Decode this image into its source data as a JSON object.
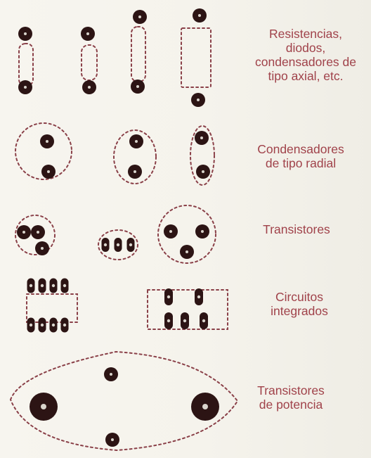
{
  "colors": {
    "background": "#f6f4ee",
    "pad": "#2c1414",
    "hole": "#d9d4cc",
    "outline": "#8a4048",
    "label_text": "#a0424a"
  },
  "labels": {
    "axial": [
      "Resistencias,",
      "diodos,",
      "condensadores de",
      "tipo axial, etc."
    ],
    "radial": [
      "Condensadores",
      "de tipo radial"
    ],
    "transistors": [
      "Transistores"
    ],
    "ics": [
      "Circuitos",
      "integrados"
    ],
    "power": [
      "Transistores",
      "de potencia"
    ]
  }
}
